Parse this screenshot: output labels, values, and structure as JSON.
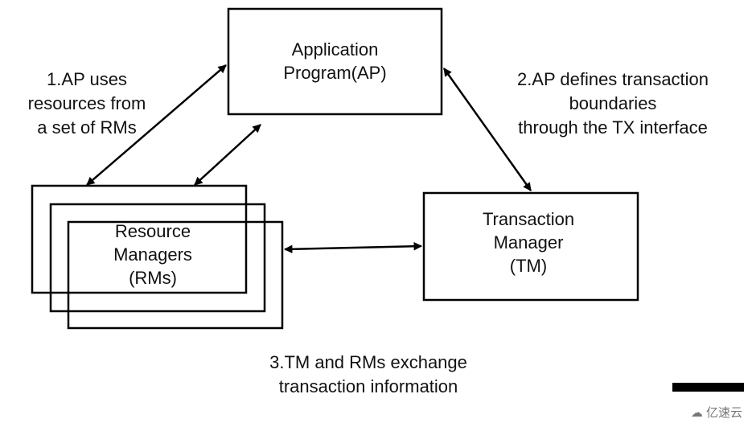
{
  "nodes": {
    "application_program": {
      "line1": "Application",
      "line2": "Program(AP)"
    },
    "resource_managers": {
      "line1": "Resource",
      "line2": "Managers",
      "line3": "(RMs)"
    },
    "transaction_manager": {
      "line1": "Transaction",
      "line2": "Manager",
      "line3": "(TM)"
    }
  },
  "annotations": {
    "ap_uses_rms": {
      "line1": "1.AP uses",
      "line2": "resources from",
      "line3": "a set of RMs"
    },
    "ap_defines_tx": {
      "line1": "2.AP defines transaction",
      "line2": "boundaries",
      "line3": "through the TX interface"
    },
    "tm_rm_exchange": {
      "line1": "3.TM and RMs exchange",
      "line2": "transaction information"
    }
  },
  "watermark": {
    "text": "亿速云",
    "icon": "cloud-logo-icon"
  },
  "colors": {
    "stroke": "#000000",
    "text": "#111111",
    "background": "#ffffff"
  }
}
